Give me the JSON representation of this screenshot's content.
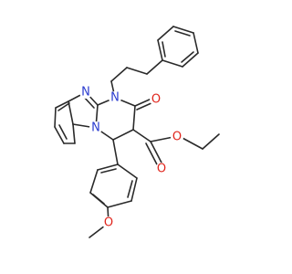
{
  "molecule": {
    "atoms": {
      "n_imine": {
        "text": "N",
        "color": "#2b3ccf"
      },
      "n_ring1": {
        "text": "N",
        "color": "#2b3ccf"
      },
      "n_bridge": {
        "text": "N",
        "color": "#2b3ccf"
      },
      "o_carbonyl": {
        "text": "O",
        "color": "#e0241b"
      },
      "o_ester_dbl": {
        "text": "O",
        "color": "#e0241b"
      },
      "o_ester": {
        "text": "O",
        "color": "#e0241b"
      },
      "o_methoxy": {
        "text": "O",
        "color": "#e0241b"
      }
    }
  }
}
